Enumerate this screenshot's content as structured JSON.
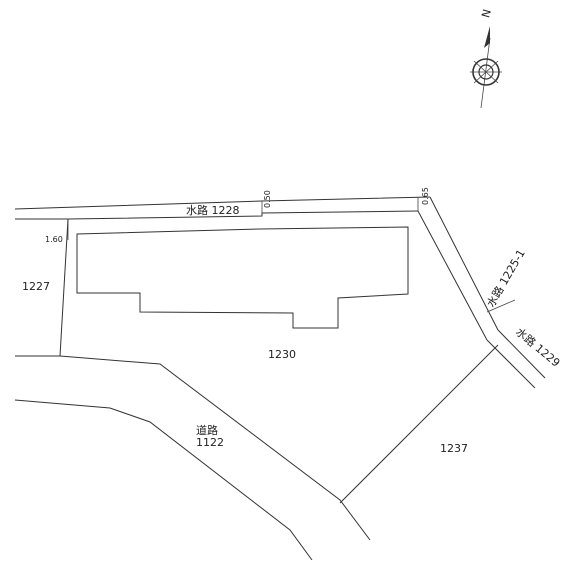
{
  "compass": {
    "north_label": "N"
  },
  "channel_top": {
    "label": "水路 1228"
  },
  "channel_right_a": {
    "label": "水路 1225-1"
  },
  "channel_right_b": {
    "label": "水路 1229"
  },
  "widths": {
    "left": "1.60",
    "mid": "0.50",
    "right": "0.65"
  },
  "parcels": {
    "west": "1227",
    "main": "1230",
    "southeast": "1237"
  },
  "road": {
    "line1": "道路",
    "line2": "1122"
  }
}
